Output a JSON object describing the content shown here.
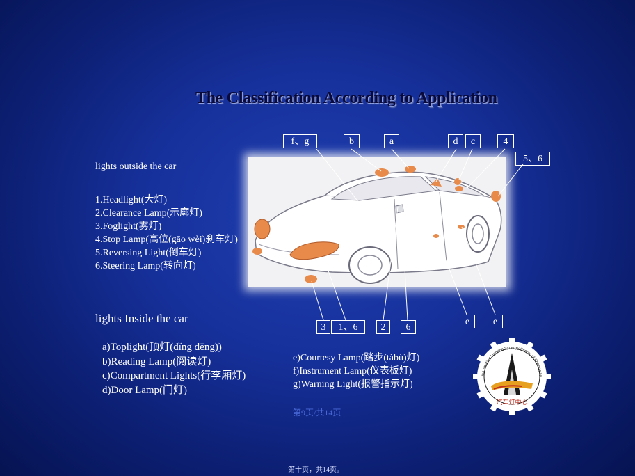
{
  "title": "The Classification According to Application",
  "outside": {
    "heading": "lights outside the car",
    "items": [
      "1.Headlight(大灯)",
      "2.Clearance Lamp(示廓灯)",
      "3.Foglight(雾灯)",
      "4.Stop Lamp(高位(gāo wèi)刹车灯)",
      "5.Reversing Light(倒车灯)",
      "6.Steering Lamp(转向灯)"
    ]
  },
  "inside": {
    "heading": "lights Inside the car",
    "items": [
      "a)Toplight(顶灯(dǐng dēng))",
      "b)Reading Lamp(阅读灯)",
      "c)Compartment Lights(行李厢灯)",
      "d)Door Lamp(门灯)"
    ]
  },
  "inside_more": {
    "items": [
      "e)Courtesy Lamp(踏步(tàbù)灯)",
      "f)Instrument Lamp(仪表板灯)",
      "g)Warning Light(报警指示灯)"
    ]
  },
  "callouts": {
    "top": [
      "f、g",
      "b",
      "a",
      "d",
      "c",
      "4",
      "5、6"
    ],
    "bottom": [
      "3",
      "1、6",
      "2",
      "6",
      "e",
      "e"
    ]
  },
  "page_note": "第9页/共14页",
  "footer": "第十页，共14页。",
  "logo": {
    "center_text": "汽车灯中心",
    "ring_text": "Automotive Lighting Synergy Center of Chongqing University",
    "colors": {
      "ring": "#ffffff",
      "frame": "#1a1a1a",
      "accent": "#e8a020",
      "red": "#c03020"
    }
  },
  "colors": {
    "bg": "#16309a",
    "lamp": "#e88a4a"
  }
}
